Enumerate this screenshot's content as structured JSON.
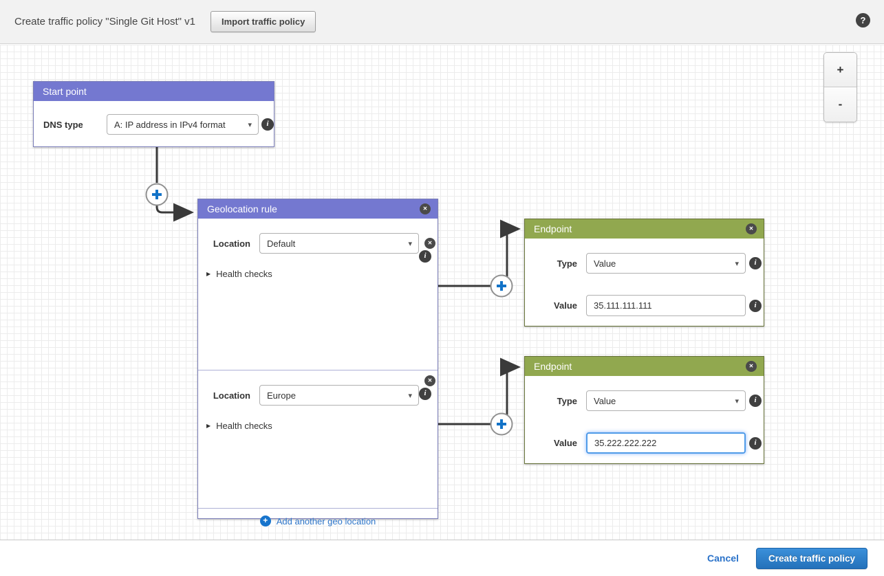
{
  "header": {
    "title": "Create traffic policy \"Single Git Host\" v1",
    "import_button_label": "Import traffic policy"
  },
  "icons": {
    "help": "?",
    "close": "✕",
    "info": "i",
    "caret_down": "▾",
    "triangle_right": "▶",
    "plus": "+"
  },
  "zoom_controls": {
    "zoom_in_label": "+",
    "zoom_out_label": "-"
  },
  "start_point": {
    "title": "Start point",
    "dns_type_label": "DNS type",
    "dns_type_value": "A: IP address in IPv4 format"
  },
  "geolocation_rule": {
    "title": "Geolocation rule",
    "locations": [
      {
        "label": "Location",
        "value": "Default",
        "health_checks_label": "Health checks"
      },
      {
        "label": "Location",
        "value": "Europe",
        "health_checks_label": "Health checks"
      }
    ],
    "add_link_label": "Add another geo location"
  },
  "endpoints": [
    {
      "title": "Endpoint",
      "type_label": "Type",
      "type_value": "Value",
      "value_label": "Value",
      "value_input": "35.111.111.111"
    },
    {
      "title": "Endpoint",
      "type_label": "Type",
      "type_value": "Value",
      "value_label": "Value",
      "value_input": "35.222.222.222"
    }
  ],
  "footer": {
    "cancel_label": "Cancel",
    "create_button_label": "Create traffic policy"
  },
  "colors": {
    "rule_header_purple": "#7478d0",
    "endpoint_header_green": "#91a84f",
    "connector_gray": "#3a3a3a",
    "accent_blue": "#1774cc",
    "primary_button_blue": "#2d80cb",
    "focus_border_blue": "#4f9be8"
  }
}
